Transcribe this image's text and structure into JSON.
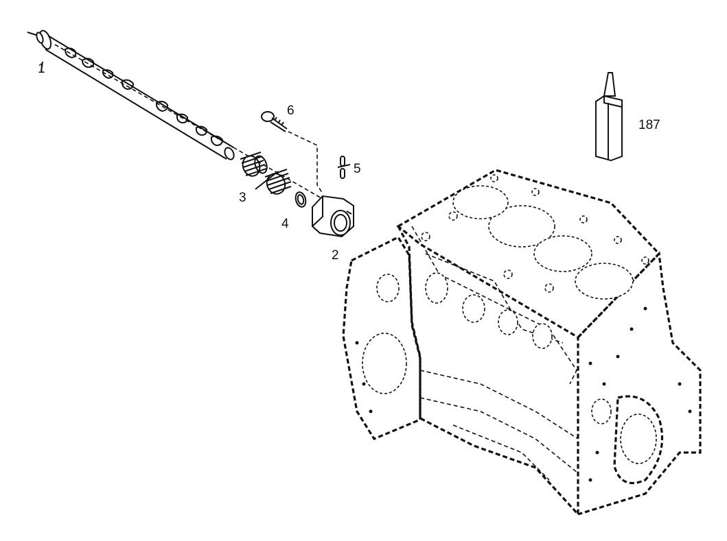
{
  "callouts": {
    "part_1": "1",
    "part_2": "2",
    "part_3": "3",
    "part_4": "4",
    "part_5": "5",
    "part_6": "6",
    "part_187": "187"
  }
}
